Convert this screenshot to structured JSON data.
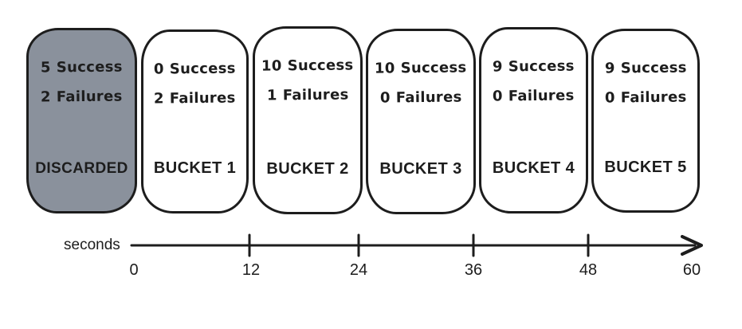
{
  "words": {
    "success": "Success",
    "failures": "Failures"
  },
  "buckets": [
    {
      "label": "DISCARDED",
      "success": 5,
      "failures": 2,
      "state": "discarded"
    },
    {
      "label": "BUCKET 1",
      "success": 0,
      "failures": 2,
      "state": "active"
    },
    {
      "label": "BUCKET 2",
      "success": 10,
      "failures": 1,
      "state": "active"
    },
    {
      "label": "BUCKET 3",
      "success": 10,
      "failures": 0,
      "state": "active"
    },
    {
      "label": "BUCKET 4",
      "success": 9,
      "failures": 0,
      "state": "active"
    },
    {
      "label": "BUCKET 5",
      "success": 9,
      "failures": 0,
      "state": "active"
    }
  ],
  "axis": {
    "label": "seconds",
    "ticks": [
      0,
      12,
      24,
      36,
      48,
      60
    ]
  },
  "colors": {
    "ink": "#1d1d1d",
    "discarded_fill": "#8a919c",
    "bucket_fill": "#ffffff"
  }
}
